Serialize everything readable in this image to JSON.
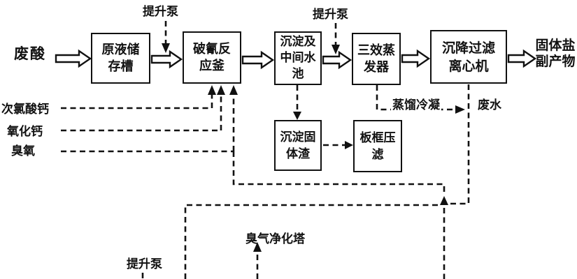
{
  "diagram": {
    "boxes": {
      "storage": {
        "line1": "原液储",
        "line2": "存槽"
      },
      "reactor": {
        "line1": "破氰反",
        "line2": "应釜"
      },
      "pool": {
        "line1": "沉淀及",
        "line2": "中间水",
        "line3": "池"
      },
      "evaporator": {
        "line1": "三效蒸",
        "line2": "发器"
      },
      "centrifuge": {
        "line1": "沉降过滤",
        "line2": "离心机"
      },
      "residue": {
        "line1": "沉淀固",
        "line2": "体渣"
      },
      "filter_press": {
        "line1": "板框压",
        "line2": "滤"
      }
    },
    "labels": {
      "waste_acid": "废酸",
      "lift_pump_top_1": "提升泵",
      "lift_pump_top_2": "提升泵",
      "lift_pump_bottom": "提升泵",
      "solid_salt_line1": "固体盐",
      "solid_salt_line2": "副产物",
      "calcium_hypochlorite": "次氯酸钙",
      "calcium_oxide": "氧化钙",
      "ozone": "臭氧",
      "distillation_condensate": "蒸馏冷凝",
      "wastewater": "废水",
      "odor_purification_tower": "臭气净化塔"
    },
    "colors": {
      "line": "#111111",
      "background": "#ffffff"
    }
  }
}
